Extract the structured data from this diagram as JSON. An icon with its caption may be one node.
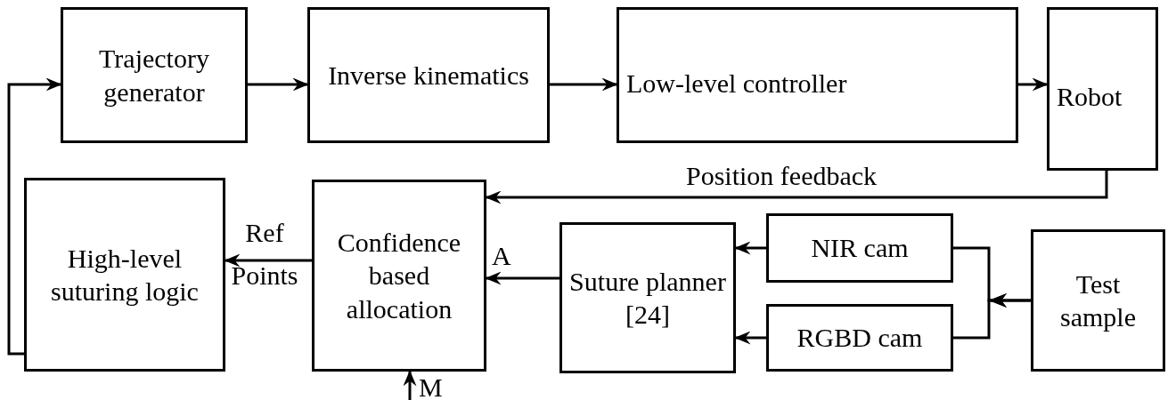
{
  "diagram": {
    "nodes": [
      {
        "text": [
          "Trajectory generator"
        ]
      },
      {
        "text": [
          "Inverse kinematics"
        ]
      },
      {
        "text": [
          "Low-level controller"
        ]
      },
      {
        "text": [
          "Robot"
        ]
      },
      {
        "text": [
          "High-level suturing logic"
        ]
      },
      {
        "text": [
          "Confidence based allocation"
        ]
      },
      {
        "text": [
          "Suture planner [24]"
        ]
      },
      {
        "text": [
          "NIR cam"
        ]
      },
      {
        "text": [
          "RGBD cam"
        ]
      },
      {
        "text": [
          "Test sample"
        ]
      }
    ],
    "edges": [
      {
        "from": 4,
        "to": 0,
        "arrow": "to"
      },
      {
        "from": 0,
        "to": 1,
        "arrow": "to"
      },
      {
        "from": 1,
        "to": 2,
        "arrow": "to"
      },
      {
        "from": 2,
        "to": 3,
        "arrow": "to"
      },
      {
        "from": 3,
        "to": 5,
        "arrow": "to",
        "label": "Position feedback"
      },
      {
        "from": 5,
        "to": 4,
        "arrow": "to",
        "label": "Ref Points"
      },
      {
        "from": 6,
        "to": 5,
        "arrow": "to",
        "label": "A"
      },
      {
        "from": 7,
        "to": 6,
        "arrow": "to"
      },
      {
        "from": 8,
        "to": 6,
        "arrow": "to"
      },
      {
        "from": 9,
        "to": 7,
        "arrow": "to"
      },
      {
        "from": 9,
        "to": 8,
        "arrow": "to"
      },
      {
        "from": null,
        "to": 5,
        "arrow": "to",
        "label": "M"
      }
    ]
  }
}
